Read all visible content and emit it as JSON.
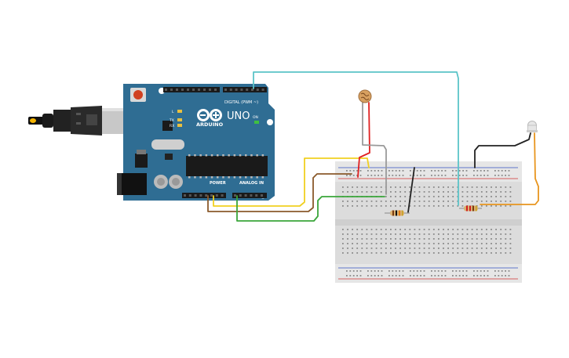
{
  "board": {
    "brand": "ARDUINO",
    "model": "UNO",
    "digital_label": "DIGITAL (PWM ~)",
    "power_label": "POWER",
    "analog_label": "ANALOG IN",
    "tx_label": "TX",
    "rx_label": "RX",
    "l_label": "L",
    "on_label": "ON",
    "color": "#2f6d93"
  },
  "wires": {
    "cyan": "#5bc4c8",
    "yellow": "#f0d020",
    "brown": "#8b5a2b",
    "green": "#3aa63a",
    "red": "#e02020",
    "gray": "#9a9a9a",
    "black": "#222222",
    "orange": "#e8951e"
  },
  "components": {
    "resistor": "resistor-icon",
    "photoresistor": "photoresistor-icon",
    "led": "led-icon",
    "usb": "usb-cable-icon"
  }
}
